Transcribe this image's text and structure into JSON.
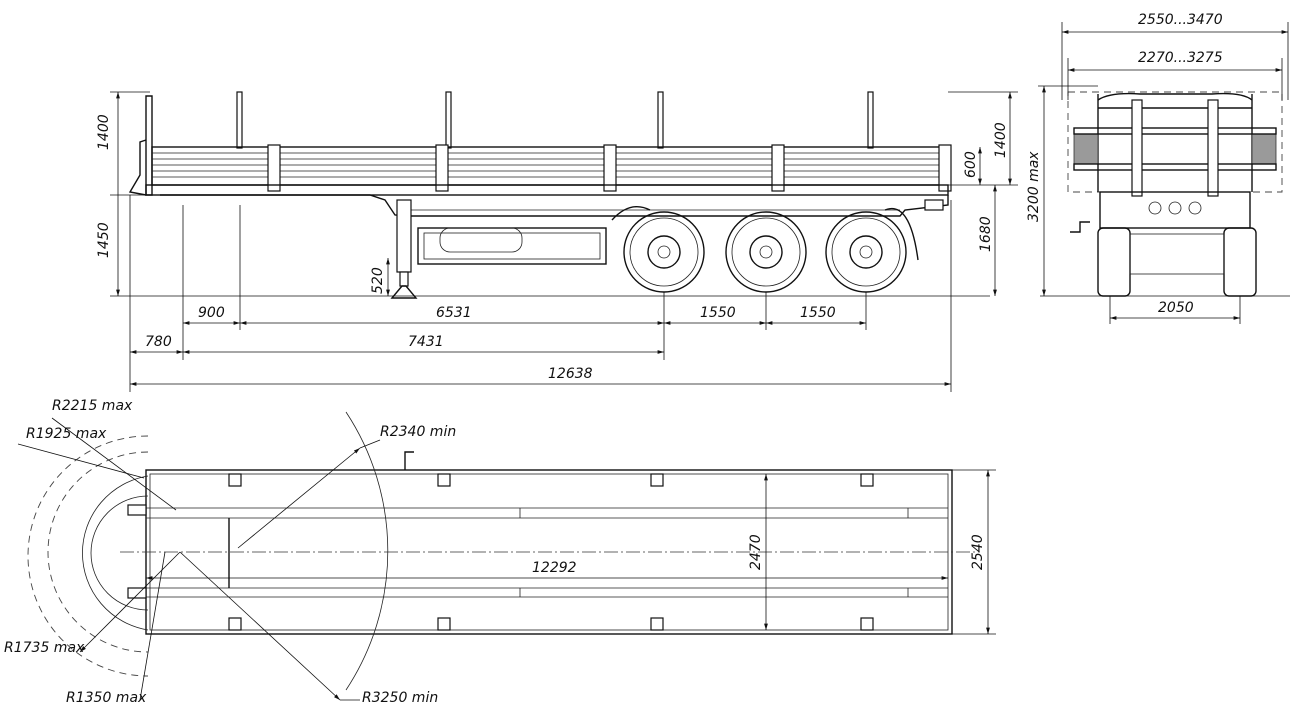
{
  "side_view": {
    "dims": {
      "stake_height": "1400",
      "side_board": "600",
      "stake_height_right": "1400",
      "frame_height": "1450",
      "deck_height": "1680",
      "leg_foot": "520",
      "front_overhang": "780",
      "kingpin_offset": "900",
      "kingpin_to_axle": "6531",
      "axle_spacing_1": "1550",
      "axle_spacing_2": "1550",
      "front_to_axle": "7431",
      "overall_length": "12638"
    }
  },
  "rear_view": {
    "dims": {
      "overall_width": "2550...3470",
      "inner_width": "2270...3275",
      "height_max": "3200 max",
      "track_width": "2050"
    }
  },
  "top_view": {
    "dims": {
      "r2215": "R2215 max",
      "r1925": "R1925 max",
      "r2340": "R2340 min",
      "r1735": "R1735 max",
      "r1350": "R1350  max",
      "r3250": "R3250 min",
      "platform_length": "12292",
      "platform_width_inner": "2470",
      "platform_width_outer": "2540"
    }
  }
}
